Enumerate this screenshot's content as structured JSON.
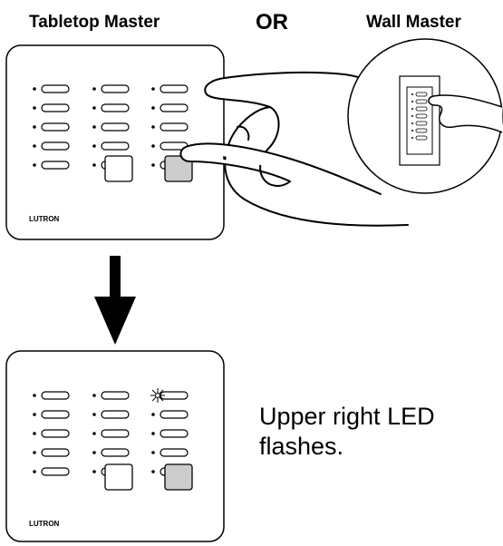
{
  "headings": {
    "tabletop": "Tabletop Master",
    "or": "OR",
    "wall": "Wall Master"
  },
  "panels": {
    "top_logo": "LUTRON",
    "bottom_logo": "LUTRON"
  },
  "caption": {
    "line1": "Upper right LED",
    "line2": "flashes."
  },
  "colors": {
    "outline": "#000000",
    "button_gray": "#cccccc",
    "background": "#ffffff"
  },
  "icons": {
    "arrow": "down-arrow-icon",
    "hand": "pointing-hand-icon",
    "flash": "led-flash-icon"
  }
}
